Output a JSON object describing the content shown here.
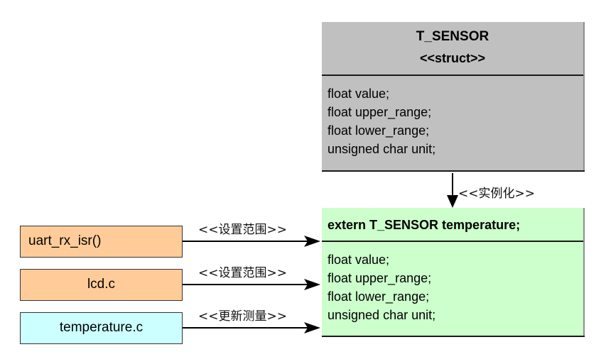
{
  "struct": {
    "name": "T_SENSOR",
    "stereotype": "<<struct>>",
    "fields": [
      "float value;",
      "float upper_range;",
      "float lower_range;",
      "unsigned char unit;"
    ],
    "fill_color": "#c0c0c0"
  },
  "instance": {
    "declaration": "extern T_SENSOR temperature;",
    "fields": [
      "float value;",
      "float upper_range;",
      "float lower_range;",
      "unsigned char unit;"
    ],
    "fill_color": "#ccffcc"
  },
  "instantiation_label": "<<实例化>>",
  "sources": [
    {
      "name": "uart_rx_isr()",
      "relation": "<<设置范围>>",
      "fill_color": "#ffcc99"
    },
    {
      "name": "lcd.c",
      "relation": "<<设置范围>>",
      "fill_color": "#ffcc99"
    },
    {
      "name": "temperature.c",
      "relation": "<<更新测量>>",
      "fill_color": "#ccffff"
    }
  ]
}
